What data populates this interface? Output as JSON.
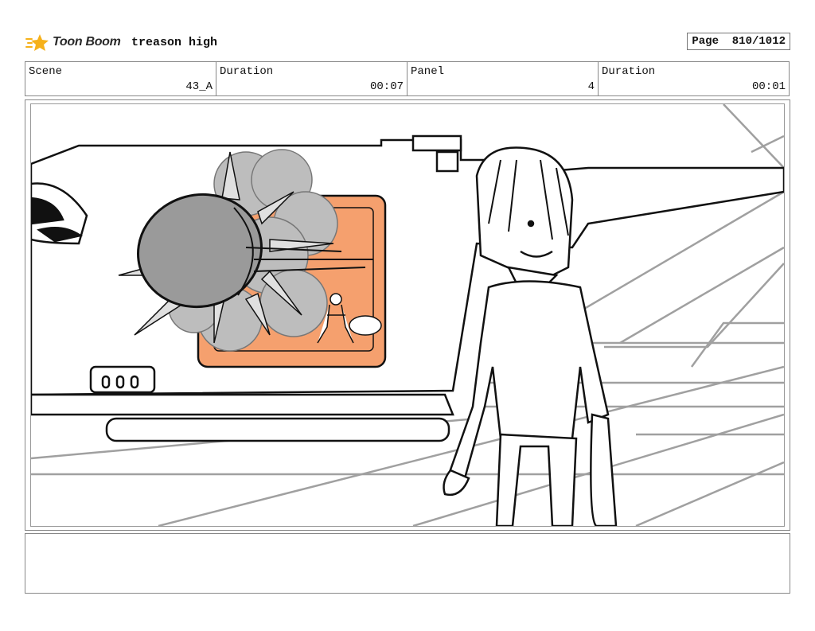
{
  "header": {
    "logo_text": "Toon Boom",
    "project_title": "treason high",
    "page_label": "Page",
    "page_value": "810/1012"
  },
  "info": {
    "scene_label": "Scene",
    "scene_value": "43_A",
    "duration_label": "Duration",
    "duration_value": "00:07",
    "panel_label": "Panel",
    "panel_value": "4",
    "panel_duration_label": "Duration",
    "panel_duration_value": "00:01"
  },
  "colors": {
    "accent_orange": "#f5a06e",
    "logo_yellow": "#f6b11a",
    "frame_border": "#888888"
  },
  "icons": [
    "toon-boom-star-icon"
  ],
  "notes": ""
}
